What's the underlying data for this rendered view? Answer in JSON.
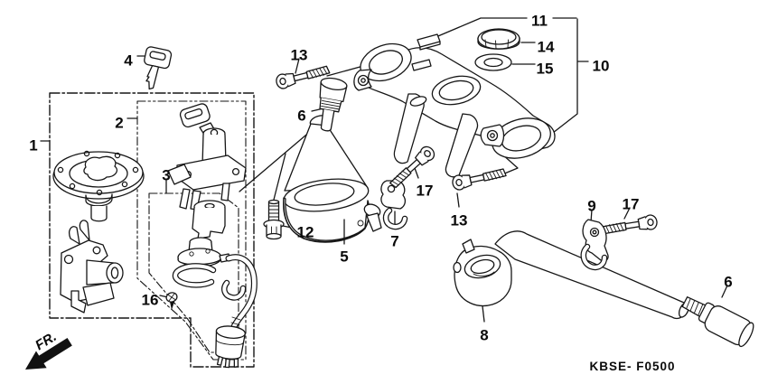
{
  "figure": {
    "code": "KBSE- F0500",
    "direction_label": "FR."
  },
  "callouts": [
    {
      "part": "1"
    },
    {
      "part": "2"
    },
    {
      "part": "3"
    },
    {
      "part": "4"
    },
    {
      "part": "5"
    },
    {
      "part": "6"
    },
    {
      "part": "6"
    },
    {
      "part": "7"
    },
    {
      "part": "8"
    },
    {
      "part": "9"
    },
    {
      "part": "10"
    },
    {
      "part": "11"
    },
    {
      "part": "12"
    },
    {
      "part": "13"
    },
    {
      "part": "13"
    },
    {
      "part": "14"
    },
    {
      "part": "15"
    },
    {
      "part": "16"
    },
    {
      "part": "17"
    }
  ]
}
